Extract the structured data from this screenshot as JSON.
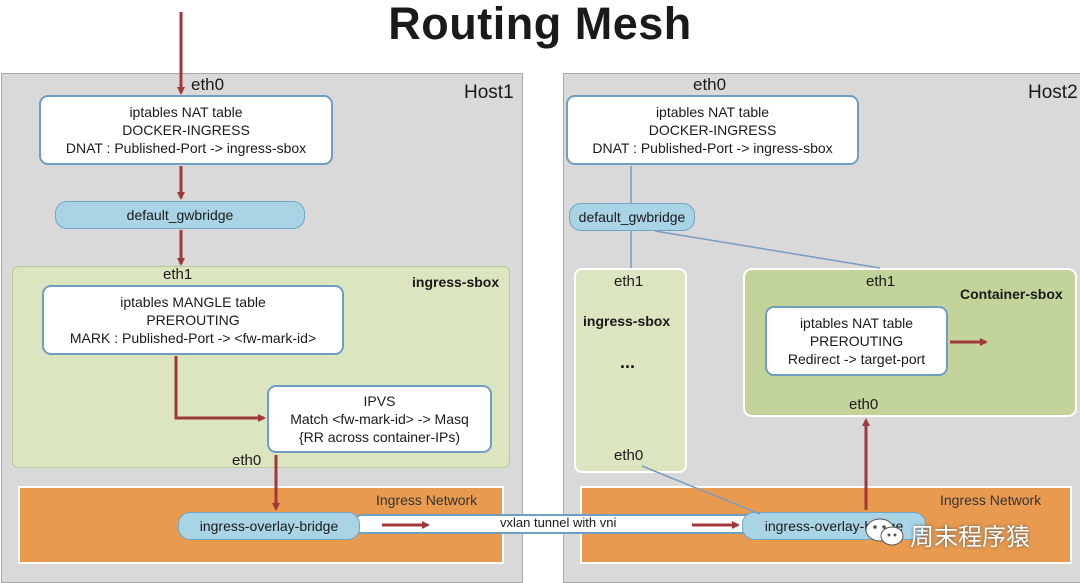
{
  "title": "Routing Mesh",
  "host1": {
    "label": "Host1",
    "eth0": "eth0",
    "nat_box": {
      "line1": "iptables NAT table",
      "line2": "DOCKER-INGRESS",
      "line3": "DNAT : Published-Port -> ingress-sbox"
    },
    "gwbridge": "default_gwbridge",
    "sbox": {
      "label": "ingress-sbox",
      "eth1": "eth1",
      "eth0": "eth0",
      "mangle_box": {
        "line1": "iptables MANGLE table",
        "line2": "PREROUTING",
        "line3": "MARK : Published-Port -> <fw-mark-id>"
      },
      "ipvs_box": {
        "line1": "IPVS",
        "line2": "Match <fw-mark-id> -> Masq",
        "line3": "{RR across container-IPs)"
      }
    },
    "network": {
      "label": "Ingress Network",
      "bridge": "ingress-overlay-bridge"
    }
  },
  "host2": {
    "label": "Host2",
    "eth0": "eth0",
    "nat_box": {
      "line1": "iptables NAT table",
      "line2": "DOCKER-INGRESS",
      "line3": "DNAT : Published-Port -> ingress-sbox"
    },
    "gwbridge": "default_gwbridge",
    "sbox": {
      "label": "ingress-sbox",
      "eth1": "eth1",
      "dots": "...",
      "eth0": "eth0"
    },
    "container": {
      "label": "Container-sbox",
      "eth1": "eth1",
      "eth0": "eth0",
      "nat_box": {
        "line1": "iptables NAT table",
        "line2": "PREROUTING",
        "line3": "Redirect -> target-port"
      }
    },
    "network": {
      "label": "Ingress Network",
      "bridge": "ingress-overlay-bridge"
    }
  },
  "tunnel_label": "vxlan tunnel with vni",
  "watermark": "周末程序猿",
  "colors": {
    "arrow": "#a0383a",
    "link": "#7a9cc0",
    "pill": "#a9d4e6",
    "green": "#dbe6c0",
    "orange": "#e89a4f"
  }
}
